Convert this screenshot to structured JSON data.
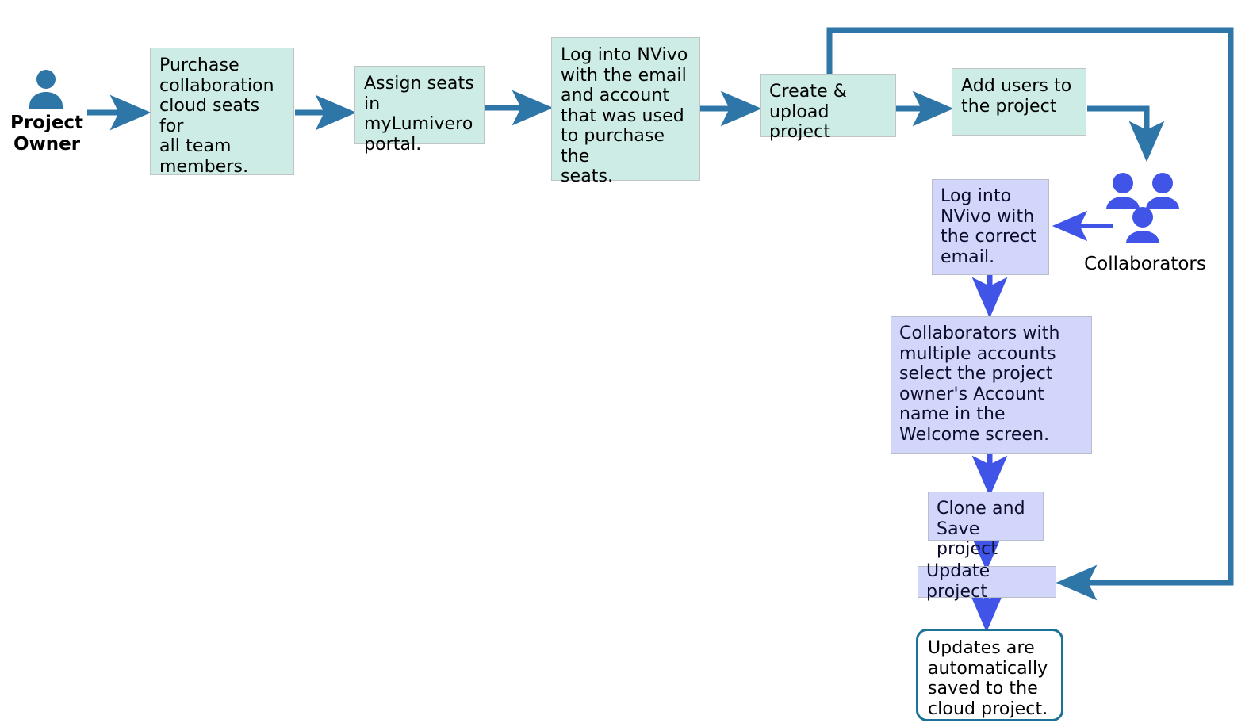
{
  "diagram": {
    "title": "NVivo collaboration cloud workflow",
    "type": "flowchart",
    "colors": {
      "mint_fill": "#cdece6",
      "mint_border": "#bfc5c4",
      "lavender_fill": "#d2d6fb",
      "lavender_border": "#b9bcc9",
      "teal_arrow": "#2e75a8",
      "blue_arrow": "#4055e8",
      "rounded_border": "#1b7196",
      "person_icon_teal": "#2e75a8",
      "person_icon_blue": "#4055e8",
      "background": "#ffffff"
    }
  },
  "actors": [
    {
      "id": "project-owner",
      "icon": "person-icon",
      "label": "Project\nOwner",
      "color": "#2e75a8"
    },
    {
      "id": "collaborators",
      "icon": "people-group-icon",
      "label": "Collaborators",
      "color": "#4055e8"
    }
  ],
  "owner_track": {
    "lane": "project-owner",
    "steps": [
      {
        "id": "purchase-seats",
        "text": "Purchase\ncollaboration\ncloud seats for\nall team\nmembers."
      },
      {
        "id": "assign-seats",
        "text": "Assign seats in\nmyLumivero\nportal."
      },
      {
        "id": "log-into-nvivo",
        "text": "Log into NVivo\nwith the email\nand account\nthat was used\nto purchase the\nseats."
      },
      {
        "id": "create-upload-project",
        "text": "Create &\nupload project"
      },
      {
        "id": "add-users",
        "text": "Add users to\nthe project"
      }
    ]
  },
  "collaborator_track": {
    "lane": "collaborators",
    "steps": [
      {
        "id": "log-in-correct-email",
        "text": "Log into\nNVivo with\nthe correct\nemail."
      },
      {
        "id": "select-account-name",
        "text": "Collaborators with\nmultiple accounts\nselect the project\nowner's Account\nname in the\nWelcome screen."
      },
      {
        "id": "clone-save-project",
        "text": "Clone and\nSave project"
      },
      {
        "id": "update-project",
        "text": "Update project"
      },
      {
        "id": "updates-saved",
        "text": "Updates are\nautomatically\nsaved to the\ncloud project."
      }
    ]
  },
  "connections": [
    {
      "from": "project-owner",
      "to": "purchase-seats",
      "style": "teal-arrow"
    },
    {
      "from": "purchase-seats",
      "to": "assign-seats",
      "style": "teal-arrow"
    },
    {
      "from": "assign-seats",
      "to": "log-into-nvivo",
      "style": "teal-arrow"
    },
    {
      "from": "log-into-nvivo",
      "to": "create-upload-project",
      "style": "teal-arrow"
    },
    {
      "from": "create-upload-project",
      "to": "add-users",
      "style": "teal-arrow"
    },
    {
      "from": "create-upload-project",
      "to": "update-project",
      "style": "teal-line-loop"
    },
    {
      "from": "add-users",
      "to": "collaborators",
      "style": "teal-arrow-elbow"
    },
    {
      "from": "collaborators",
      "to": "log-in-correct-email",
      "style": "blue-arrow"
    },
    {
      "from": "log-in-correct-email",
      "to": "select-account-name",
      "style": "blue-arrow"
    },
    {
      "from": "select-account-name",
      "to": "clone-save-project",
      "style": "blue-arrow"
    },
    {
      "from": "clone-save-project",
      "to": "update-project",
      "style": "blue-arrow"
    },
    {
      "from": "update-project",
      "to": "updates-saved",
      "style": "blue-arrow"
    }
  ]
}
